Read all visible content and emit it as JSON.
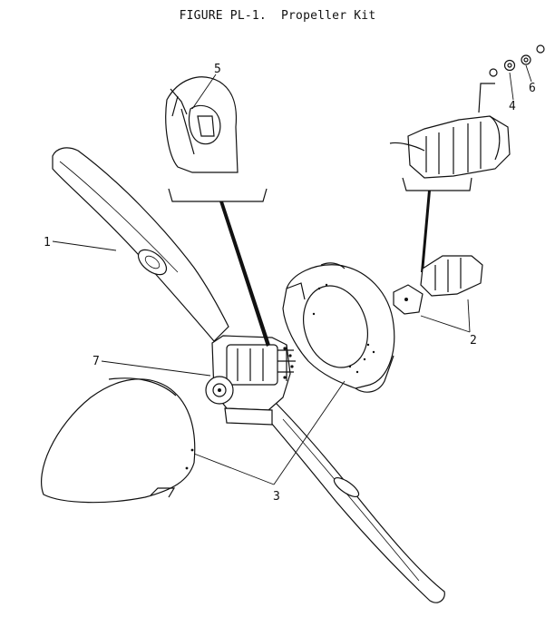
{
  "figure": {
    "caption": "FIGURE PL-1.  Propeller Kit"
  },
  "callouts": [
    {
      "id": "1",
      "label": "1"
    },
    {
      "id": "2",
      "label": "2"
    },
    {
      "id": "3",
      "label": "3"
    },
    {
      "id": "4",
      "label": "4"
    },
    {
      "id": "5",
      "label": "5"
    },
    {
      "id": "6",
      "label": "6"
    },
    {
      "id": "7",
      "label": "7"
    }
  ]
}
